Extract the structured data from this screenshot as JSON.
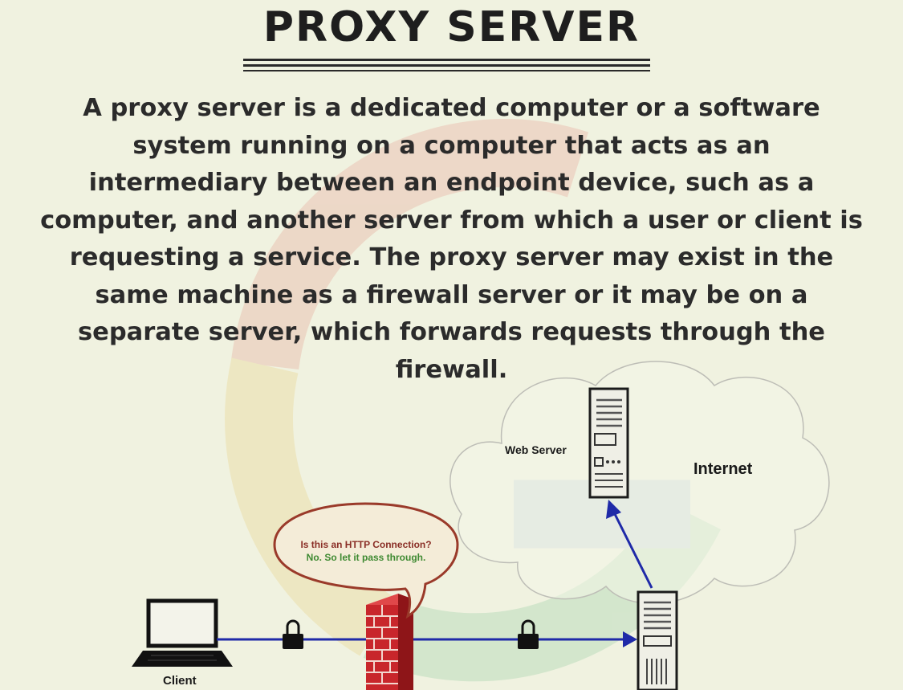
{
  "title": "PROXY SERVER",
  "description": "A proxy server is a dedicated computer or a software system running on a computer that acts as an intermediary between an endpoint device, such as a computer, and another server from which a user or client is requesting a service. The proxy server may exist in the same machine as a firewall server or it may be on a separate server, which forwards requests through the firewall.",
  "diagram": {
    "web_server_label": "Web Server",
    "internet_label": "Internet",
    "client_label": "Client",
    "speech_bubble": {
      "line1": "Is this an HTTP Connection?",
      "line2": "No. So let it pass through."
    }
  },
  "colors": {
    "background": "#f0f2e0",
    "connection_line": "#1f2aa8",
    "firewall_brick": "#c8262b",
    "bubble_outline": "#9a3a2a",
    "bubble_line1_text": "#8a2e26",
    "bubble_line2_text": "#3f8a32"
  }
}
